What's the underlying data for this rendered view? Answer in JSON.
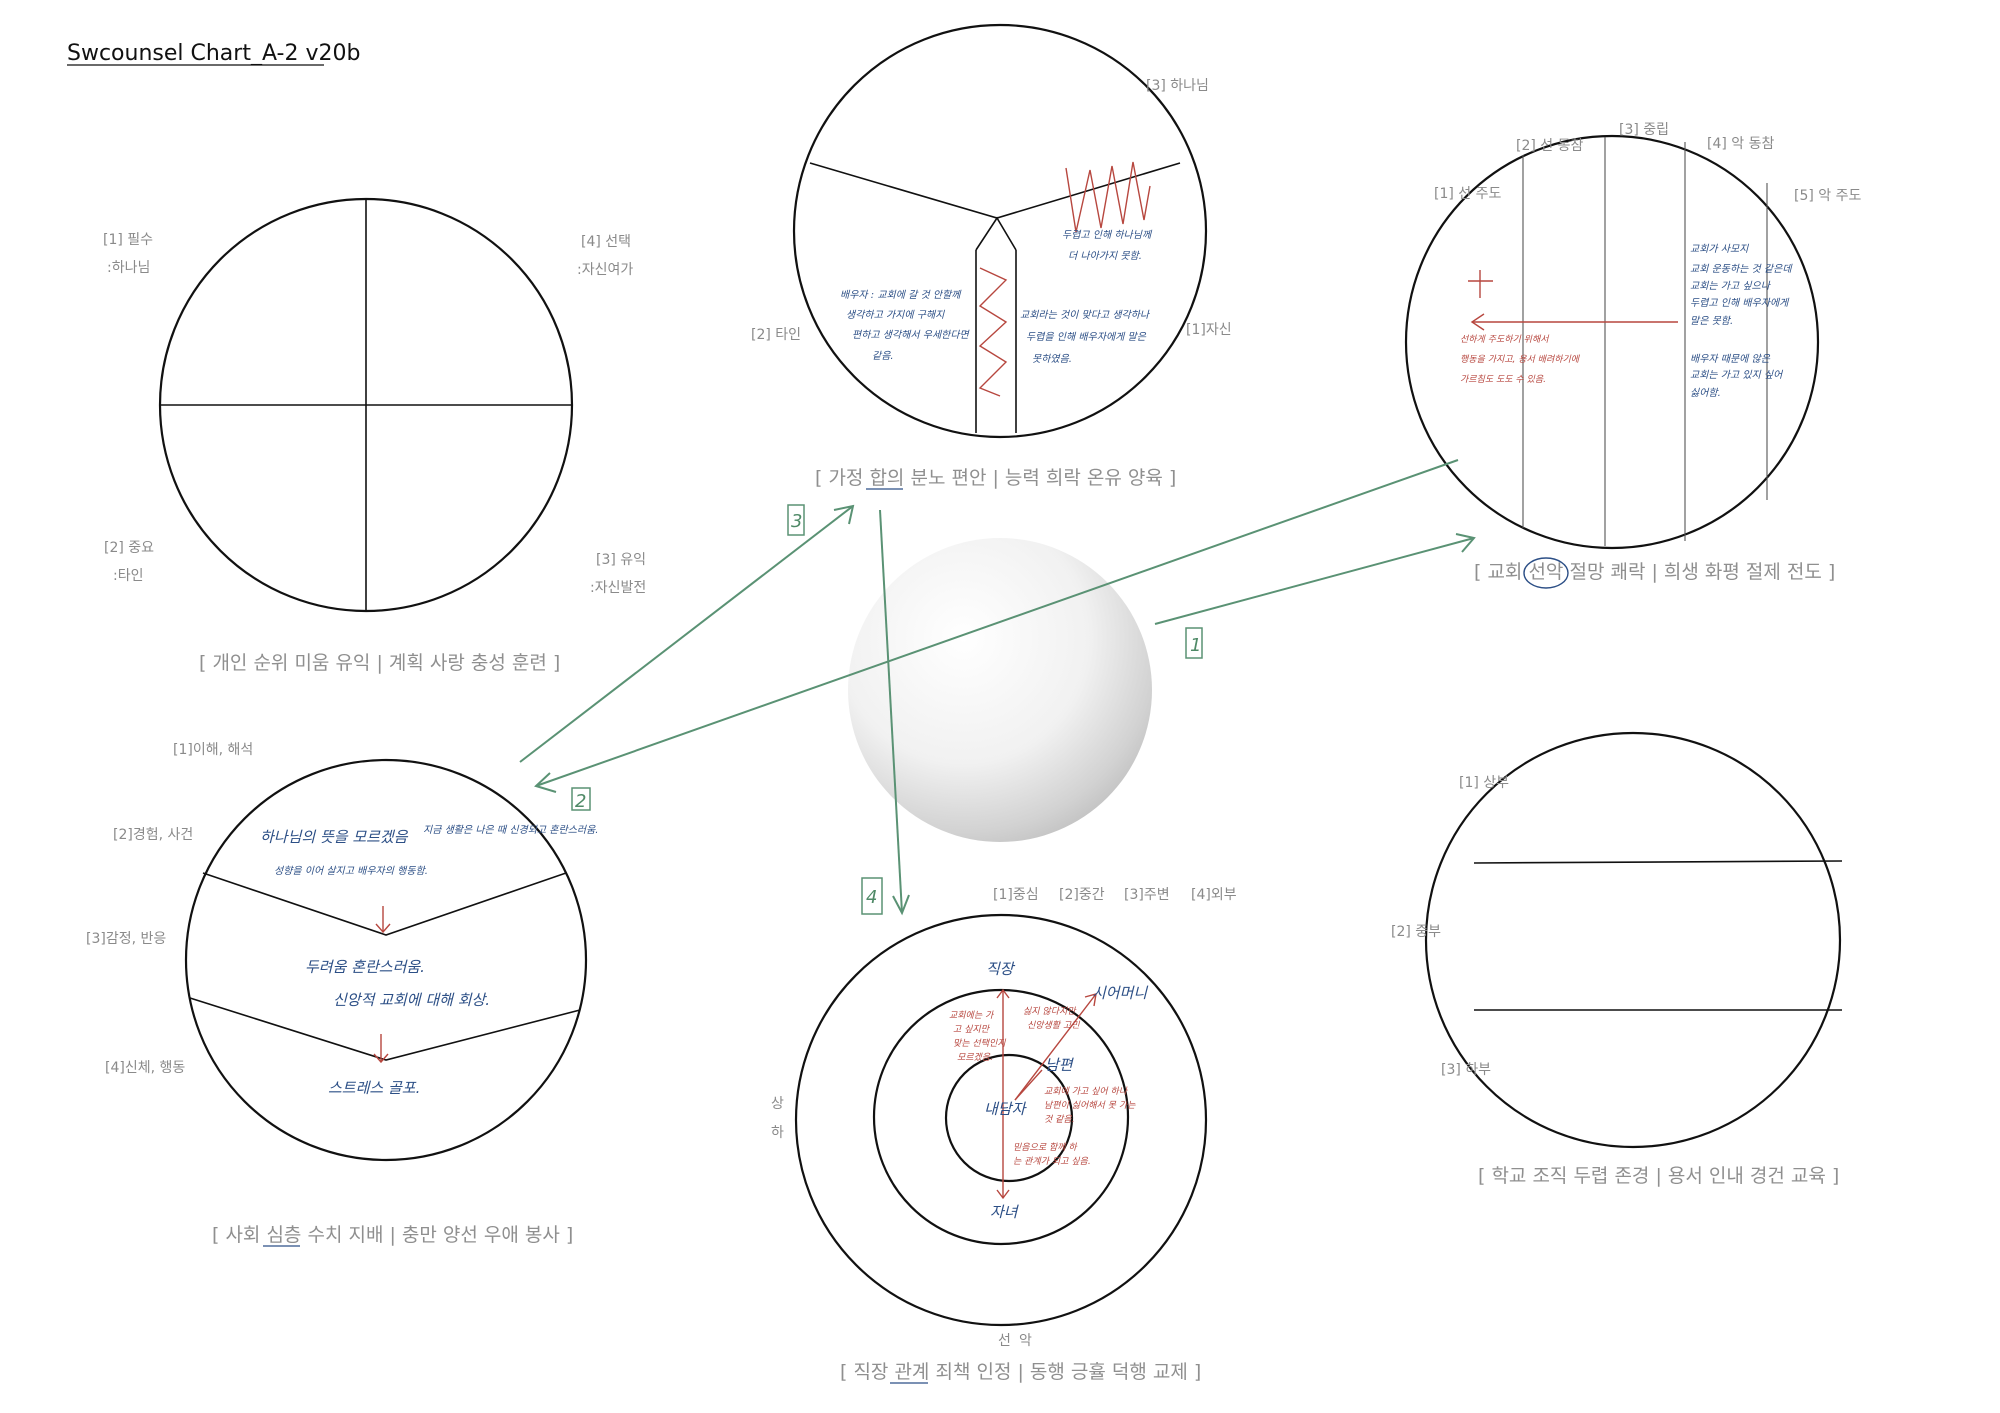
{
  "doc_title": "Swcounsel Chart_A-2 v20b",
  "top_left": {
    "labels": [
      "[1] 필수",
      ":하나님",
      "[4] 선택",
      ":자신여가",
      "[2] 중요",
      ":타인",
      "[3] 유익",
      ":자신발전"
    ],
    "caption": "[ 개인 순위 미움 유익 | 계획 사랑 충성 훈련 ]"
  },
  "top_center": {
    "labels": [
      "[3] 하나님",
      "[2] 타인",
      "[1]자신"
    ],
    "caption": {
      "pre": "[ 가정 ",
      "hl": "합의",
      "post": " 분노 편안 | 능력 희락 온유 양육 ]"
    },
    "notes": {
      "right_top": [
        "두렵고 인해 하나님께",
        "더 나아가지 못함."
      ],
      "left": [
        "배우자 : 교회에 갈 것 안할께",
        "생각하고 가지에 구해지",
        "편하고 생각해서 우세한다면",
        "같음."
      ],
      "middle": [
        "교회라는 것이 맞다고 생각하나",
        "두렵을 인해 배우자에게 말은",
        "못하였음."
      ]
    }
  },
  "top_right": {
    "labels": [
      "[3] 중립",
      "[2] 선 동참",
      "[4] 악 동참",
      "[1] 선 주도",
      "[5] 악 주도"
    ],
    "caption": {
      "pre": "[ 교회 ",
      "hl": "선악",
      "post": " 절망 쾌락 | 희생 화평 절제 전도 ]"
    },
    "notes": {
      "blue1": [
        "교회가 사모지",
        "교회 운동하는 것 같은데",
        "교회는 가고 싶으나",
        "두렵고 인해 배우자에게",
        "말은 못함."
      ],
      "blue2": [
        "배우자 때문에 않은",
        "교회는 가고 있지 싶어",
        "싫어함."
      ],
      "red": [
        "선하게 주도하기 위해서",
        "행동을 가지고, 용서 배려하기에",
        "가르침도 도도 수 있음."
      ]
    }
  },
  "bottom_left": {
    "labels": [
      "[1]이해, 해석",
      "[2]경험, 사건",
      "[3]감정, 반응",
      "[4]신체, 행동"
    ],
    "caption": {
      "pre": "[ 사회 ",
      "hl": "심층",
      "post": " 수치 지배 | 충만 양선 우애 봉사 ]"
    },
    "notes": {
      "top1": "하나님의 뜻을 모르겠음",
      "top2": "지금 생활은 나은 때 신경되고 혼란스러움.",
      "top3": "성향을 이어 살지고 배우자의 행동함.",
      "mid1": "두려움   혼란스러움.",
      "mid2": "신앙적 교회에 대해 회상.",
      "bot": "스트레스   골포."
    }
  },
  "bottom_center": {
    "labels": [
      "[1]중심",
      "[2]중간",
      "[3]주변",
      "[4]외부"
    ],
    "side": [
      "상",
      "하"
    ],
    "bottom": [
      "선",
      "악"
    ],
    "caption": {
      "pre": "[ 직장 ",
      "hl": "관계",
      "post": " 죄책 인정 | 동행 긍휼 덕행 교제 ]"
    },
    "notes": {
      "top": "직장",
      "right": "시어머니",
      "husband": "남편",
      "center": "내담자",
      "bottom": "자녀",
      "red1": [
        "교회에는 가",
        "고 싶지만",
        "맞는 선택인지",
        "모르겠음."
      ],
      "red2": [
        "싫지 않다지만",
        "신앙생활 고민"
      ],
      "red3": [
        "교회에 가고 싶어 하나",
        "남편이 싫어해서 못 가는",
        "것 같음."
      ],
      "red4": [
        "믿음으로 함께 하",
        "는 관계가 되고 싶음."
      ]
    }
  },
  "bottom_right": {
    "labels": [
      "[1] 상부",
      "[2] 중부",
      "[3] 하부"
    ],
    "caption": "[ 학교 조직 두렵 존경 | 용서 인내 경건 교육 ]"
  },
  "arrow_marks": [
    "1",
    "2",
    "3",
    "4"
  ],
  "colors": {
    "ink": "#111111",
    "label": "#8a8a8a",
    "blue_pen": "#2c4f86",
    "red_pen": "#b7473f",
    "green_pen": "#5a9274"
  }
}
